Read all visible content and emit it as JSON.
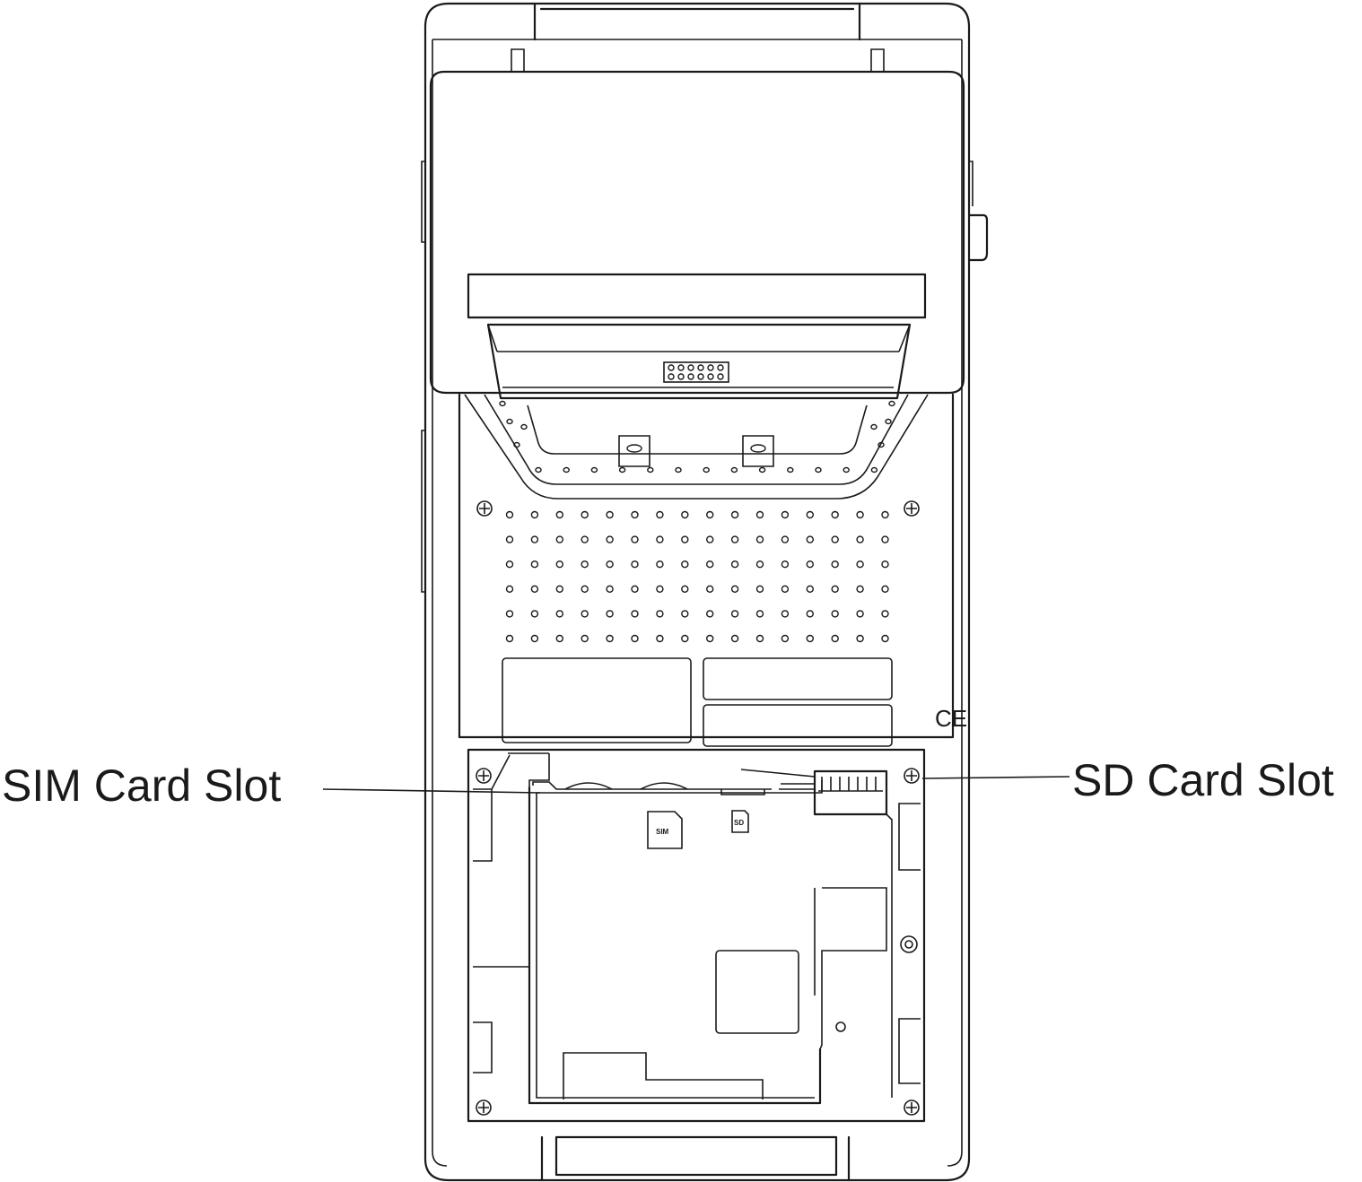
{
  "callouts": {
    "sim": "SIM Card Slot",
    "sd": "SD Card Slot"
  },
  "board_marks": {
    "sim": "SIM",
    "sd": "SD"
  },
  "device_marks": {
    "ce": "CE"
  },
  "colors": {
    "line": "#1a1a1a",
    "background": "#ffffff"
  }
}
